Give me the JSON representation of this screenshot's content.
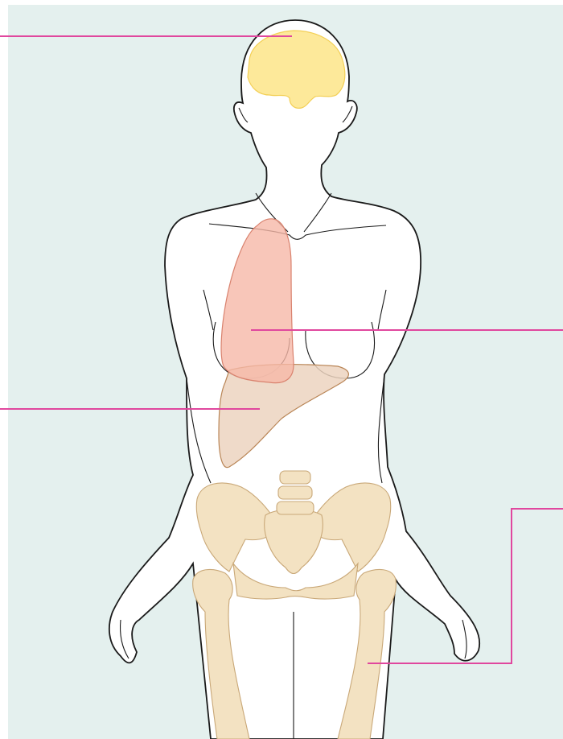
{
  "diagram": {
    "colors": {
      "background_panel": "#e4f0ee",
      "outline": "#1a1a1a",
      "body_fill": "#ffffff",
      "leader_line": "#e0479e",
      "brain": "#fde99a",
      "brain_edge": "#f3cf55",
      "lung": "#f6b8a8",
      "lung_edge": "#d9826e",
      "liver": "#ecd3bf",
      "liver_edge": "#b98556",
      "bone": "#f3e2c2",
      "bone_edge": "#c9a878",
      "bone_shade": "#e0c89c"
    },
    "structures": [
      "body-outline",
      "brain",
      "lung",
      "liver",
      "pelvis",
      "femur"
    ],
    "callouts": [
      {
        "target": "brain",
        "side": "left"
      },
      {
        "target": "lung",
        "side": "right"
      },
      {
        "target": "liver",
        "side": "left"
      },
      {
        "target": "femur",
        "side": "right"
      }
    ]
  }
}
